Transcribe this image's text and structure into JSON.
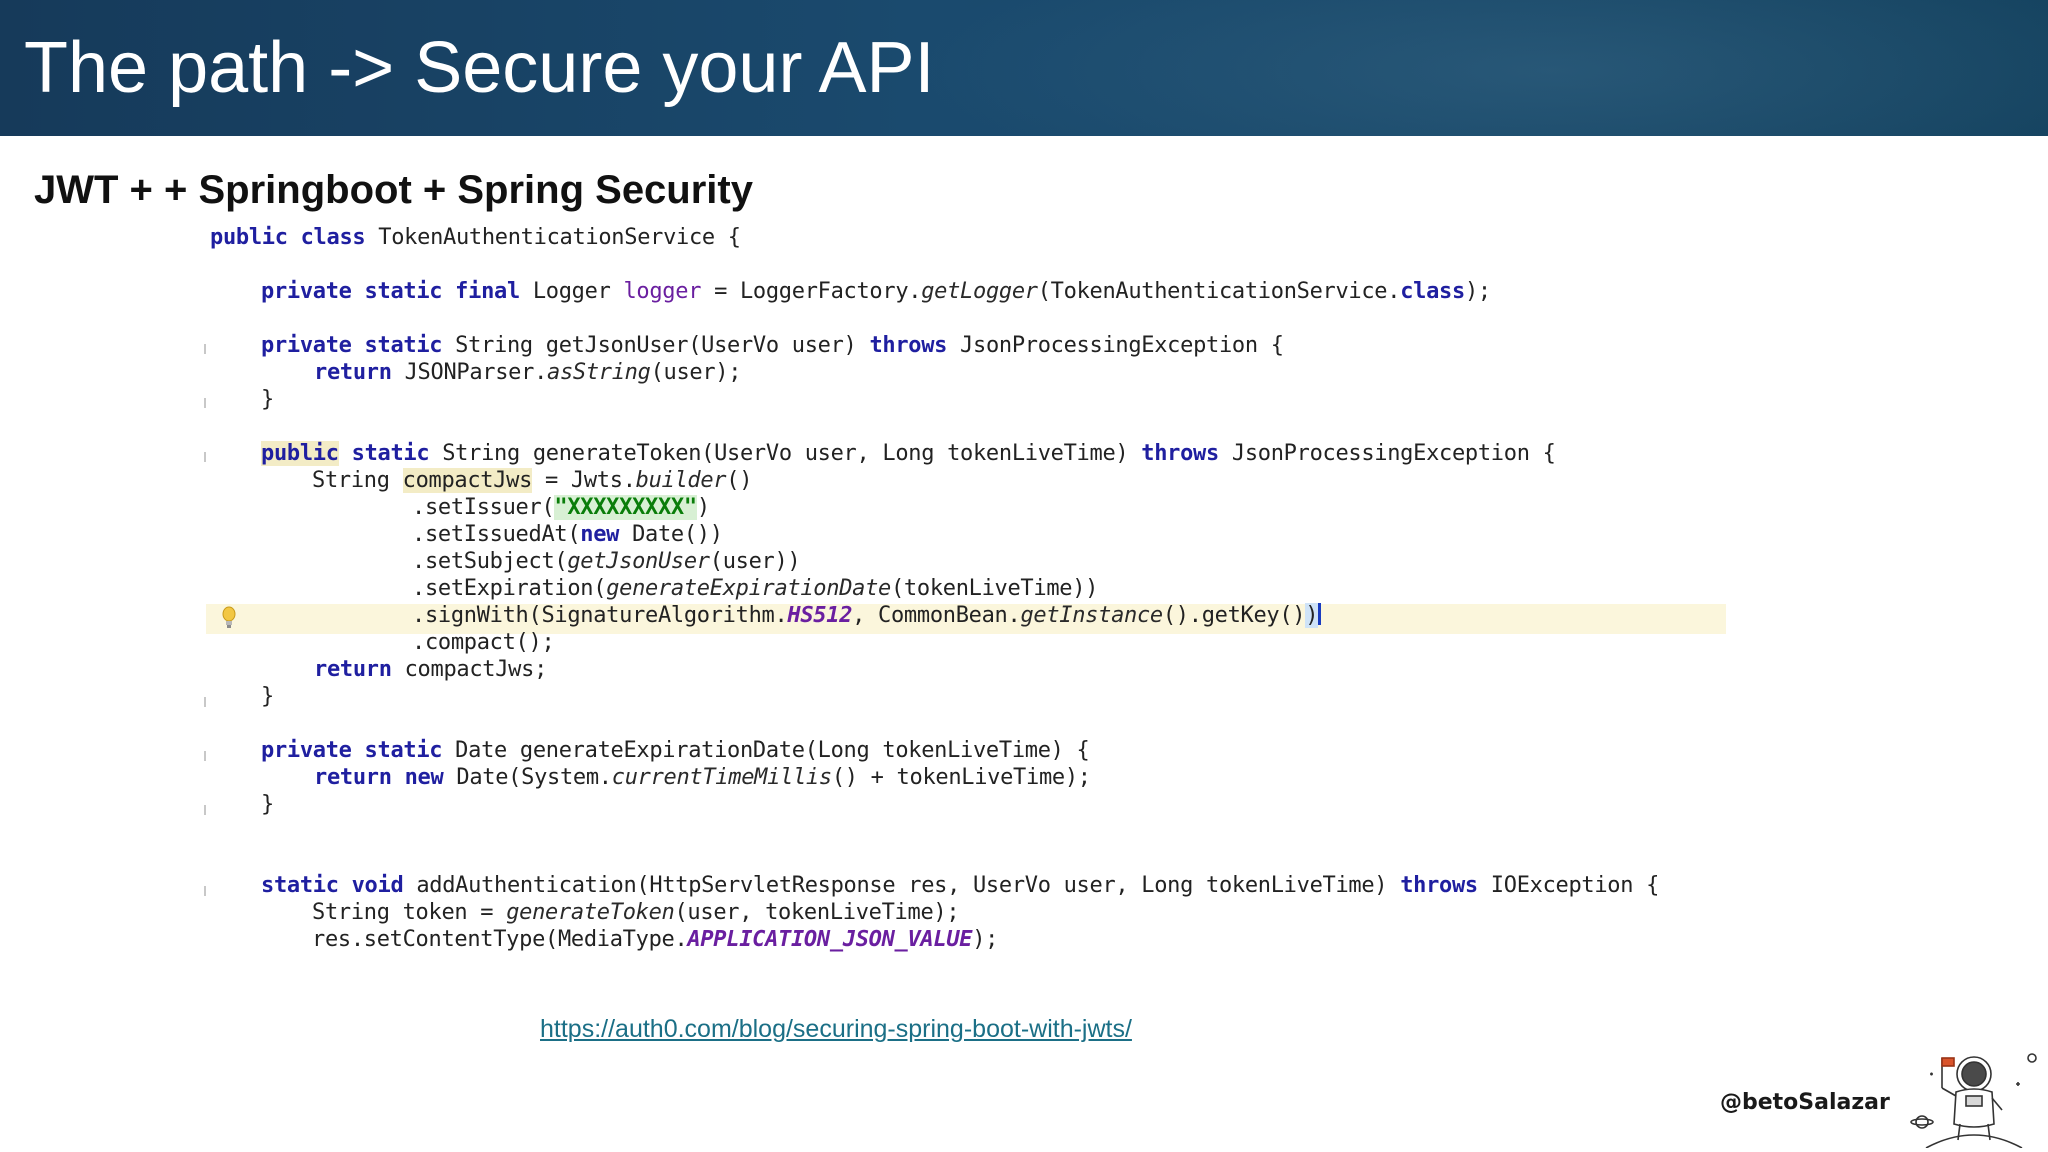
{
  "slide": {
    "title": "The path -> Secure your API",
    "subtitle": "JWT + + Springboot + Spring Security",
    "link": "https://auth0.com/blog/securing-spring-boot-with-jwts/",
    "handle": "@betoSalazar"
  },
  "code": {
    "l1": {
      "a": "public class",
      "b": " TokenAuthenticationService {"
    },
    "l2": {
      "a": "private static final",
      "b": " Logger ",
      "c": "logger",
      "d": " = LoggerFactory.",
      "e": "getLogger",
      "f": "(TokenAuthenticationService.",
      "g": "class",
      "h": ");"
    },
    "l3": {
      "a": "private static",
      "b": " String getJsonUser(UserVo user) ",
      "c": "throws",
      "d": " JsonProcessingException {"
    },
    "l4": {
      "a": "return",
      "b": " JSONParser.",
      "c": "asString",
      "d": "(user);"
    },
    "l5": {
      "a": "}"
    },
    "l6": {
      "a": "public",
      "b": "static",
      "c": " String generateToken(UserVo user, Long tokenLiveTime) ",
      "d": "throws",
      "e": " JsonProcessingException {"
    },
    "l7": {
      "a": "String ",
      "b": "compactJws",
      "c": " = Jwts.",
      "d": "builder",
      "e": "()"
    },
    "l8": {
      "a": ".setIssuer(",
      "b": "\"XXXXXXXXX\"",
      "c": ")"
    },
    "l9": {
      "a": ".setIssuedAt(",
      "b": "new",
      "c": " Date())"
    },
    "l10": {
      "a": ".setSubject(",
      "b": "getJsonUser",
      "c": "(user))"
    },
    "l11": {
      "a": ".setExpiration(",
      "b": "generateExpirationDate",
      "c": "(tokenLiveTime))"
    },
    "l12": {
      "a": ".signWith(",
      "b": "SignatureAlgorithm.",
      "c": "HS512",
      "d": ", CommonBean.",
      "e": "getInstance",
      "f": "().getKey()",
      "g": ")"
    },
    "l13": {
      "a": ".compact();"
    },
    "l14": {
      "a": "return",
      "b": " compactJws;"
    },
    "l15": {
      "a": "}"
    },
    "l16": {
      "a": "private static",
      "b": " Date generateExpirationDate(Long tokenLiveTime) {"
    },
    "l17": {
      "a": "return new",
      "b": " Date(System.",
      "c": "currentTimeMillis",
      "d": "() + tokenLiveTime);"
    },
    "l18": {
      "a": "}"
    },
    "l19": {
      "a": "static void",
      "b": " addAuthentication(HttpServletResponse res, UserVo user, Long tokenLiveTime) ",
      "c": "throws",
      "d": " IOException {"
    },
    "l20": {
      "a": "String token = ",
      "b": "generateToken",
      "c": "(user, tokenLiveTime);"
    },
    "l21": {
      "a": "res.setContentType(MediaType.",
      "b": "APPLICATION_JSON_VALUE",
      "c": ");"
    }
  }
}
